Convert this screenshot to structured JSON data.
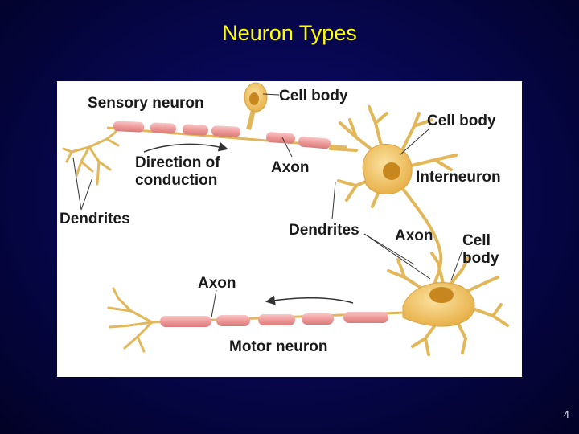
{
  "slide": {
    "title": "Neuron Types",
    "page_number": "4"
  },
  "figure": {
    "labels": {
      "sensory_neuron": "Sensory neuron",
      "cell_body_sensory": "Cell body",
      "cell_body_inter": "Cell body",
      "direction_line1": "Direction of",
      "direction_line2": "conduction",
      "axon_sensory": "Axon",
      "interneuron": "Interneuron",
      "dendrites_left": "Dendrites",
      "dendrites_center": "Dendrites",
      "axon_inter": "Axon",
      "cell_body_motor_line1": "Cell",
      "cell_body_motor_line2": "body",
      "axon_motor": "Axon",
      "motor_neuron": "Motor neuron"
    },
    "colors": {
      "cell_body": "#f3c768",
      "dendrite": "#e9c16a",
      "myelin": "#f0a0a0",
      "nucleus": "#c8871e"
    }
  }
}
